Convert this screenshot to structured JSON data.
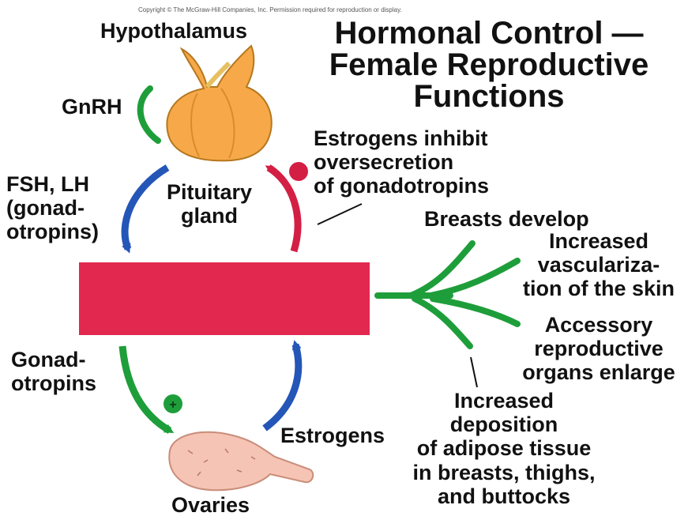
{
  "copyright": "Copyright © The McGraw-Hill Companies, Inc. Permission required for reproduction or display.",
  "title": [
    "Hormonal Control —",
    "Female Reproductive",
    "Functions"
  ],
  "labels": {
    "hypothalamus": "Hypothalamus",
    "gnrh": "GnRH",
    "fsh_lh": [
      "FSH, LH",
      "(gonad-",
      "otropins)"
    ],
    "pituitary": [
      "Pituitary",
      "gland"
    ],
    "estrogens_inhibit": [
      "Estrogens inhibit",
      "oversecretion",
      "of gonadotropins"
    ],
    "gonadotropins": [
      "Gonad-",
      "otropins"
    ],
    "estrogens": "Estrogens",
    "ovaries": "Ovaries",
    "breasts": "Breasts develop",
    "vascular": [
      "Increased",
      "vasculariza-",
      "tion of the skin"
    ],
    "accessory": [
      "Accessory",
      "reproductive",
      "organs enlarge"
    ],
    "adipose": [
      "Increased",
      "deposition",
      "of adipose tissue",
      "in breasts, thighs,",
      "and buttocks"
    ]
  },
  "colors": {
    "inhibit": "#d41f45",
    "stimulate": "#1e9e3a",
    "release": "#2456b8",
    "gland": "#f7a94a",
    "ovary": "#f6c4b4"
  }
}
